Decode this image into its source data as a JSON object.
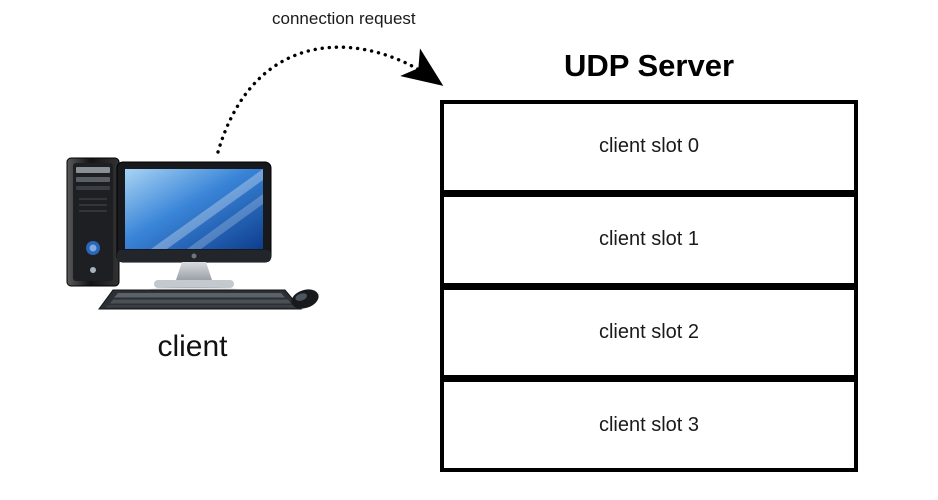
{
  "diagram": {
    "arrow_label": "connection request",
    "client": {
      "label": "client"
    },
    "server": {
      "title": "UDP Server",
      "slots": [
        {
          "label": "client slot 0"
        },
        {
          "label": "client slot 1"
        },
        {
          "label": "client slot 2"
        },
        {
          "label": "client slot 3"
        }
      ]
    },
    "colors": {
      "line": "#000000",
      "screen_blue": "#3a85d8",
      "text": "#1a1a1a"
    }
  }
}
